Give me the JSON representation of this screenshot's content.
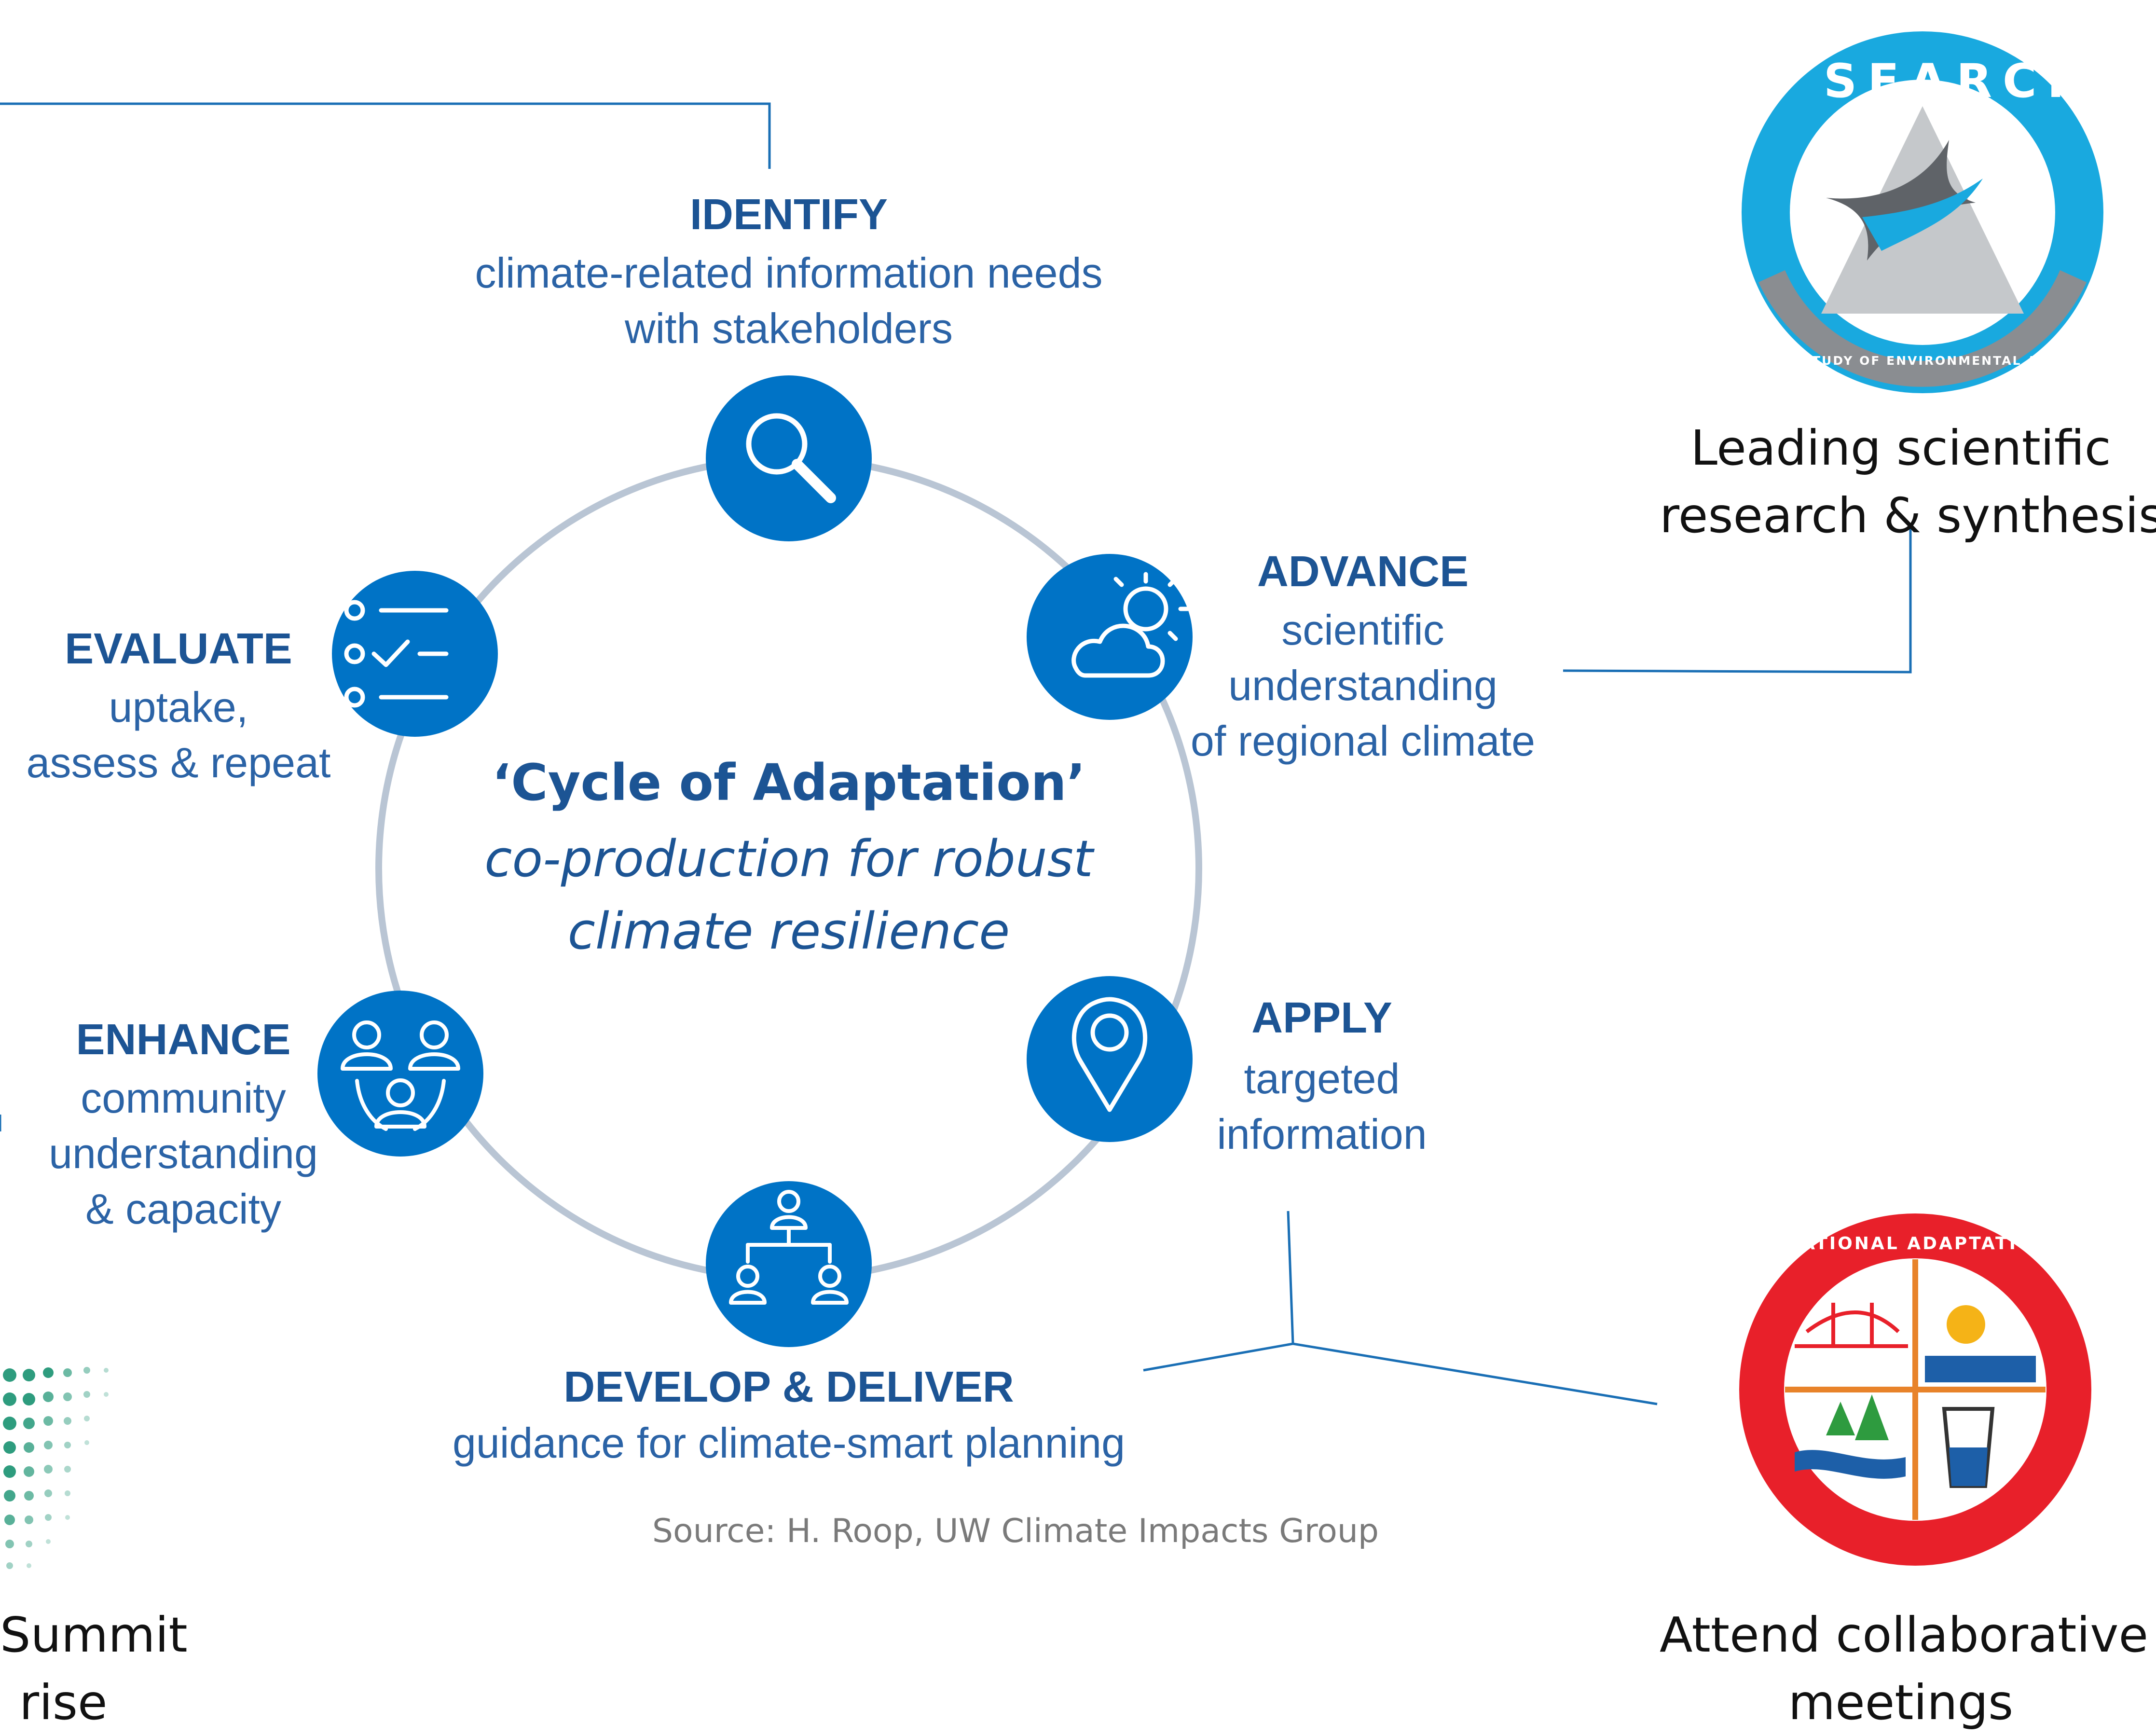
{
  "diagram": {
    "center": {
      "title": "‘Cycle of Adaptation’",
      "subtitle_line1": "co-production for robust",
      "subtitle_line2": "climate resilience"
    },
    "steps": {
      "identify": {
        "heading": "IDENTIFY",
        "line1": "climate-related information needs",
        "line2": "with stakeholders"
      },
      "advance": {
        "heading": "ADVANCE",
        "line1": "scientific",
        "line2": "understanding",
        "line3": "of regional climate"
      },
      "apply": {
        "heading": "APPLY",
        "line1": "targeted",
        "line2": "information"
      },
      "develop": {
        "heading": "DEVELOP & DELIVER",
        "line1": "guidance for climate-smart planning"
      },
      "enhance": {
        "heading": "ENHANCE",
        "line1": "community",
        "line2": "understanding",
        "line3": "& capacity"
      },
      "evaluate": {
        "heading": "EVALUATE",
        "line1": "uptake,",
        "line2": "assess & repeat"
      }
    },
    "source": "Source: H. Roop, UW Climate Impacts Group"
  },
  "side_panels": {
    "search": {
      "caption_line1": "Leading scientific",
      "caption_line2": "research & synthesis",
      "logo_text": "SEARCH",
      "logo_ring_text": "STUDY OF ENVIRONMENTAL ARCTIC CHANGE"
    },
    "naf": {
      "caption_line1": "Attend collaborative",
      "caption_line2": "meetings",
      "logo_text": "NATIONAL ADAPTATION FORUM"
    },
    "summit": {
      "caption_line1": "Summit",
      "caption_line2": "rise"
    }
  },
  "colors": {
    "node_blue": "#0073c6",
    "heading_navy": "#1c5494",
    "connector_blue": "#1a6fb5",
    "ring_gray": "#b9c5d4",
    "search_cyan": "#19a9df",
    "naf_red": "#e8202a"
  },
  "icons": [
    "search-icon",
    "sun-cloud-icon",
    "location-pin-icon",
    "org-chart-icon",
    "community-icon",
    "checklist-icon"
  ]
}
